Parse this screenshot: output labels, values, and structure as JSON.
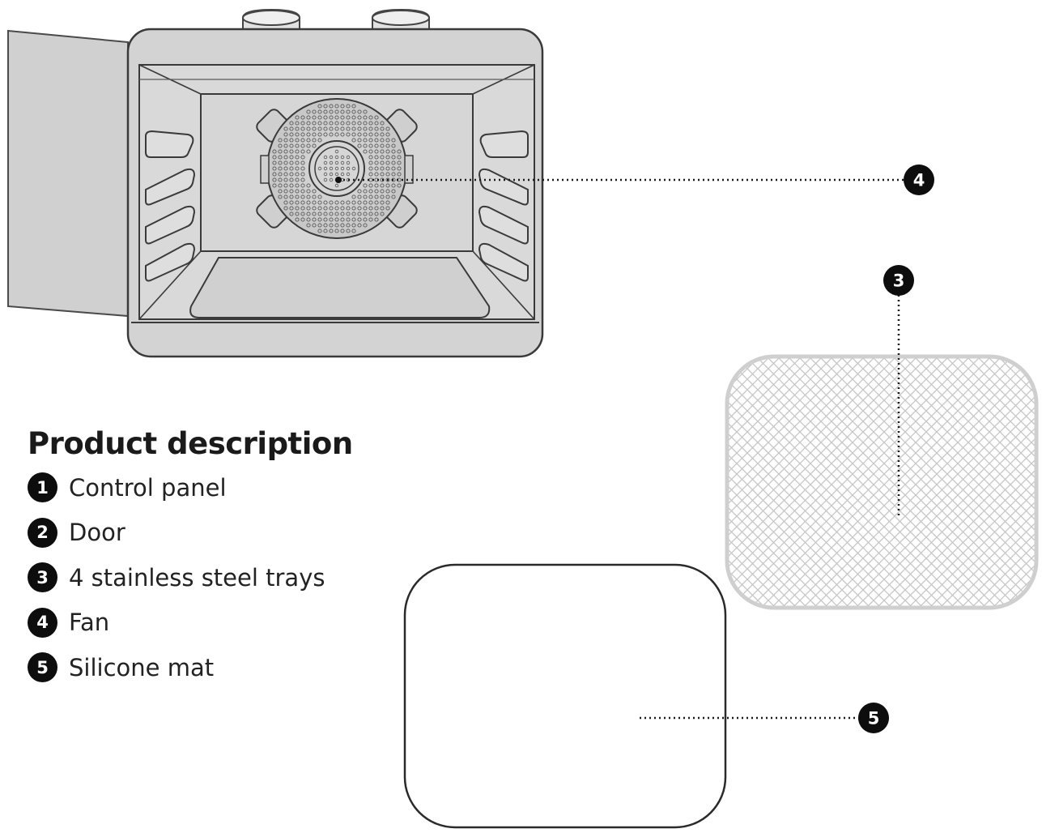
{
  "legend": {
    "title": "Product description",
    "items": [
      {
        "number": "1",
        "label": "Control panel"
      },
      {
        "number": "2",
        "label": "Door"
      },
      {
        "number": "3",
        "label": "4 stainless steel trays"
      },
      {
        "number": "4",
        "label": "Fan"
      },
      {
        "number": "5",
        "label": "Silicone mat"
      }
    ]
  },
  "callouts": {
    "fan": "4",
    "tray": "3",
    "mat": "5"
  },
  "colors": {
    "oven_body": "#d4d4d4",
    "oven_outline": "#3a3a3a",
    "badge": "#0d0d0d",
    "tray_mesh": "#c8c8c8",
    "mat_outline": "#2a2a2a"
  }
}
